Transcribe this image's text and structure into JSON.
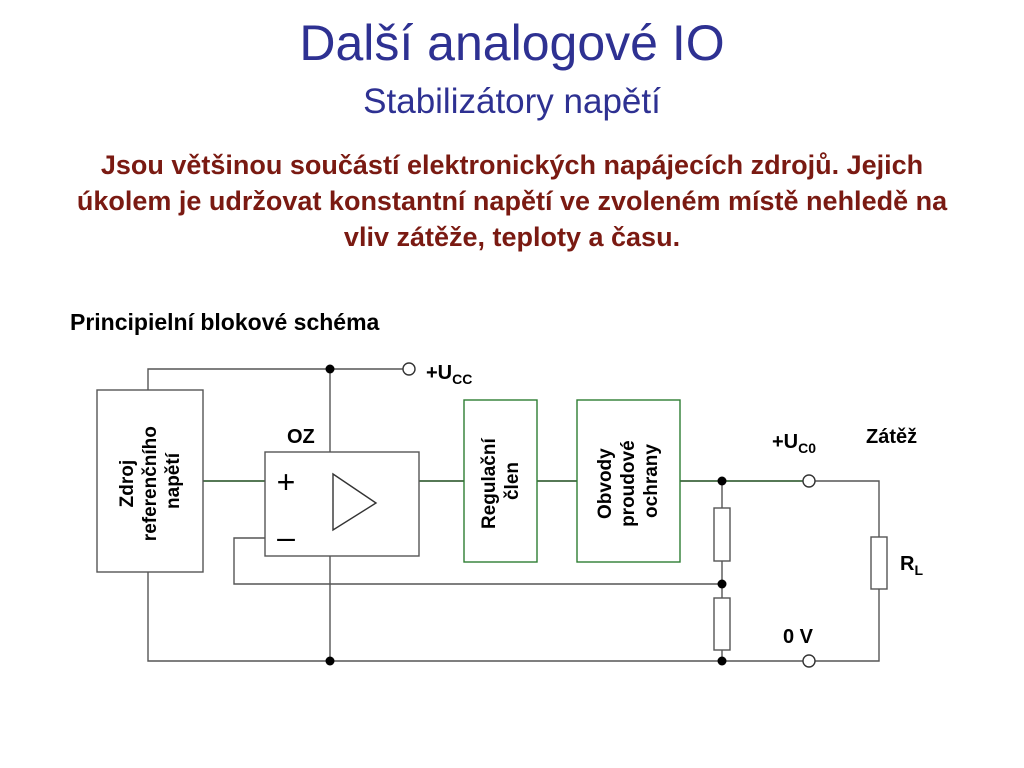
{
  "slide": {
    "title": "Další analogové IO",
    "subtitle": "Stabilizátory napětí",
    "intro": "Jsou většinou součástí elektronických napájecích zdrojů. Jejich úkolem je udržovat konstantní napětí ve zvoleném místě nehledě na vliv zátěže, teploty a času."
  },
  "diagram": {
    "title": "Principielní blokové schéma",
    "ref_block": [
      "Zdroj",
      "referenčního",
      "napětí"
    ],
    "opamp_label": "OZ",
    "plus_sign": "+",
    "minus_sign": "–",
    "reg_block": [
      "Regulační",
      "člen"
    ],
    "prot_block": [
      "Obvody",
      "proudové",
      "ochrany"
    ],
    "vcc": {
      "main": "+U",
      "sub": "CC"
    },
    "vout": {
      "main": "+U",
      "sub": "C0"
    },
    "load_label": "Zátěž",
    "rl": {
      "main": "R",
      "sub": "L"
    },
    "ground_label": "0 V"
  },
  "colors": {
    "title": "#2e3192",
    "intro": "#7a1a12",
    "signal_wire": "#1e4d1e",
    "regulator_border": "#2e7d32"
  }
}
